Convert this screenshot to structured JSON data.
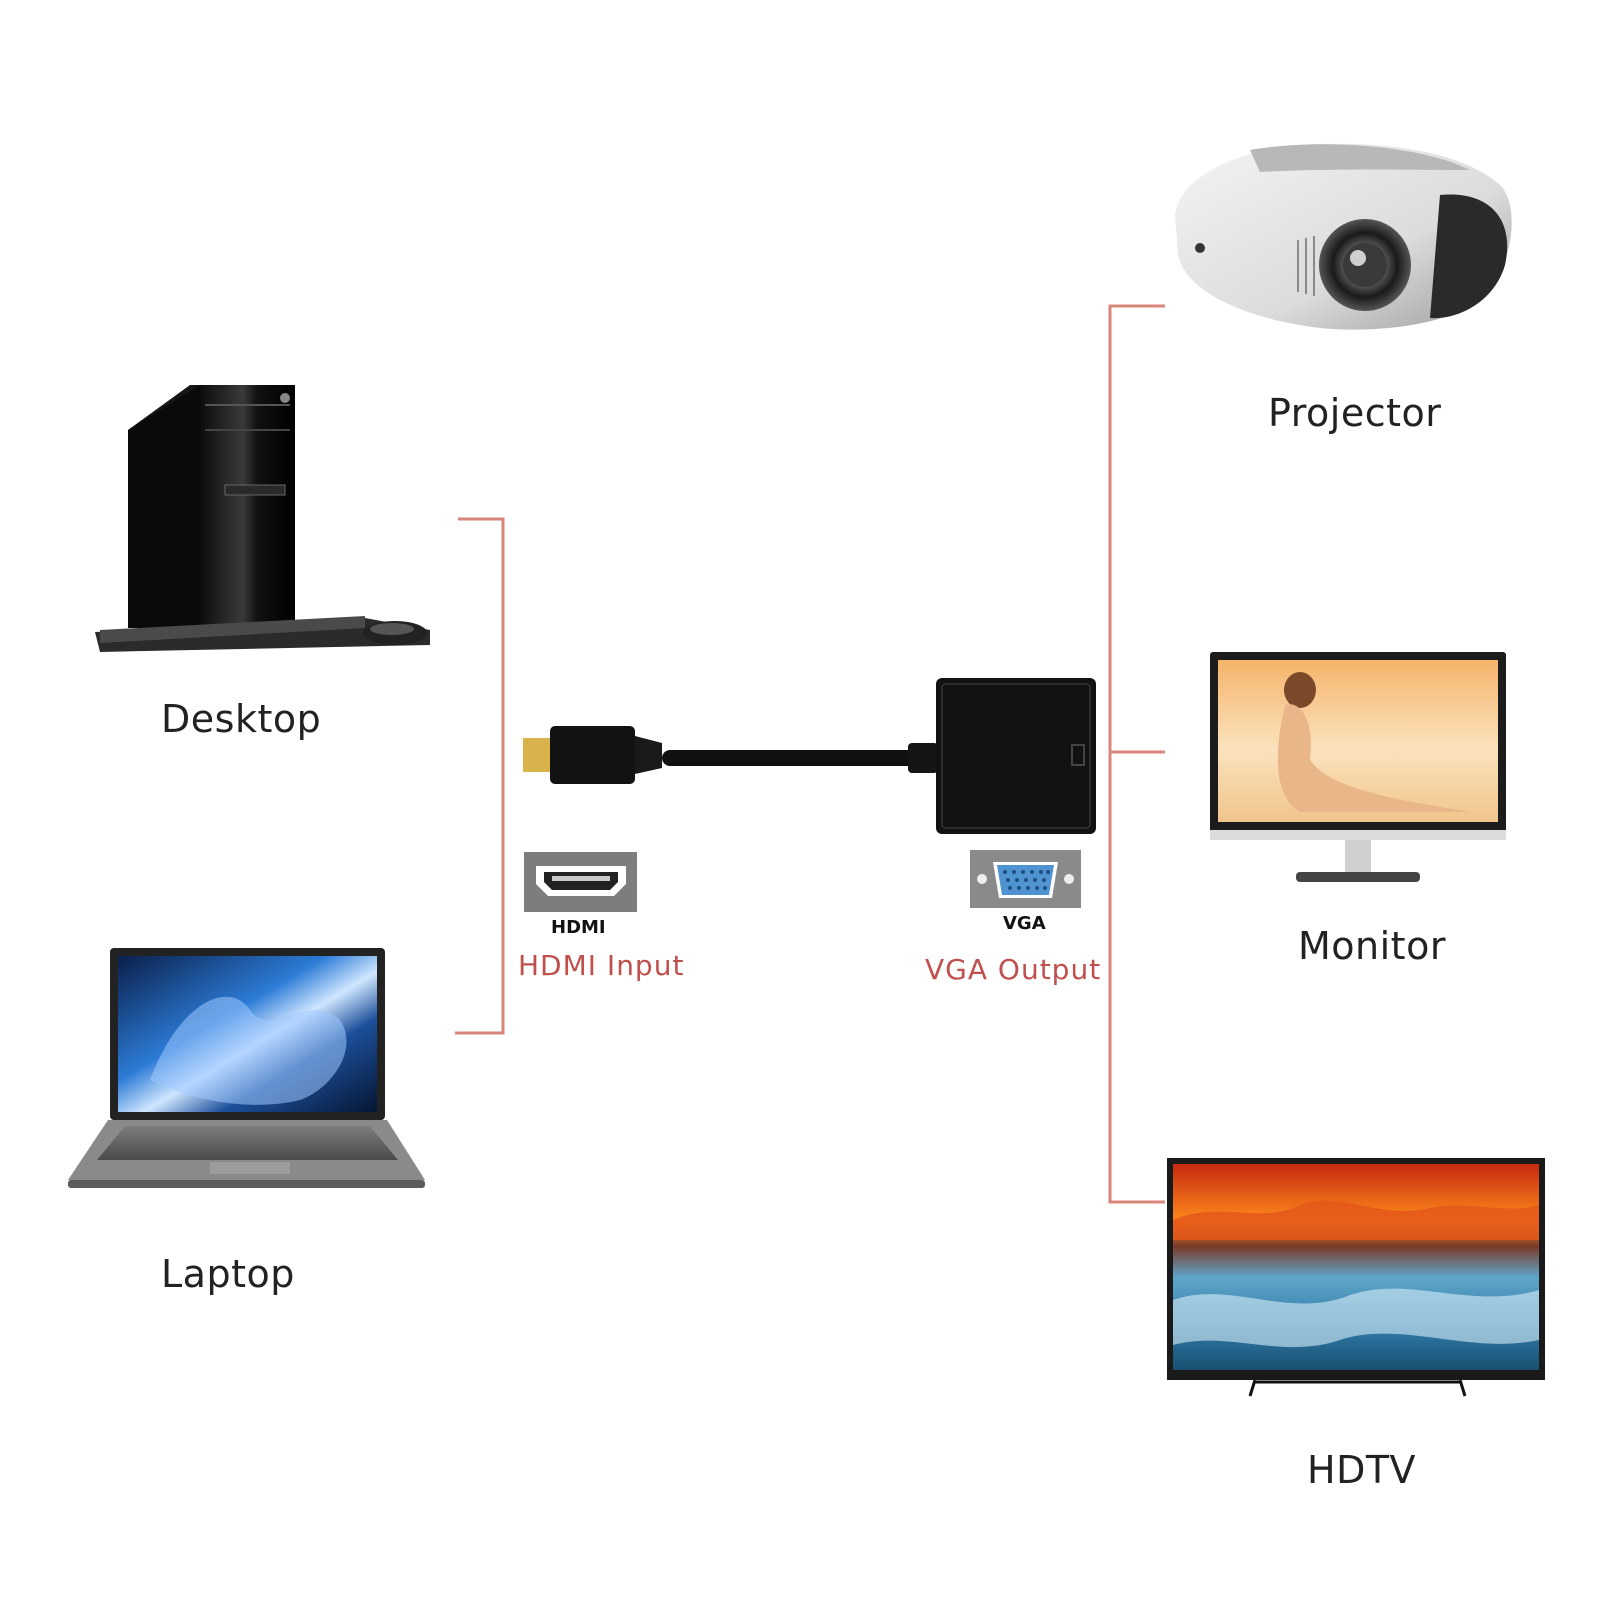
{
  "sources": {
    "desktop": "Desktop",
    "laptop": "Laptop"
  },
  "adapter": {
    "input_port_caption": "HDMI",
    "input_label": "HDMI Input",
    "output_port_caption": "VGA",
    "output_label": "VGA Output"
  },
  "outputs": {
    "projector": "Projector",
    "monitor": "Monitor",
    "hdtv": "HDTV"
  },
  "colors": {
    "connector_line": "#d9867a",
    "label_accent": "#c0504d",
    "vga_port": "#4f93d1",
    "cable": "#111111"
  },
  "icons": [
    "desktop-tower-icon",
    "laptop-icon",
    "hdmi-plug-icon",
    "vga-adapter-icon",
    "hdmi-port-icon",
    "vga-port-icon",
    "projector-icon",
    "monitor-icon",
    "hdtv-icon"
  ]
}
